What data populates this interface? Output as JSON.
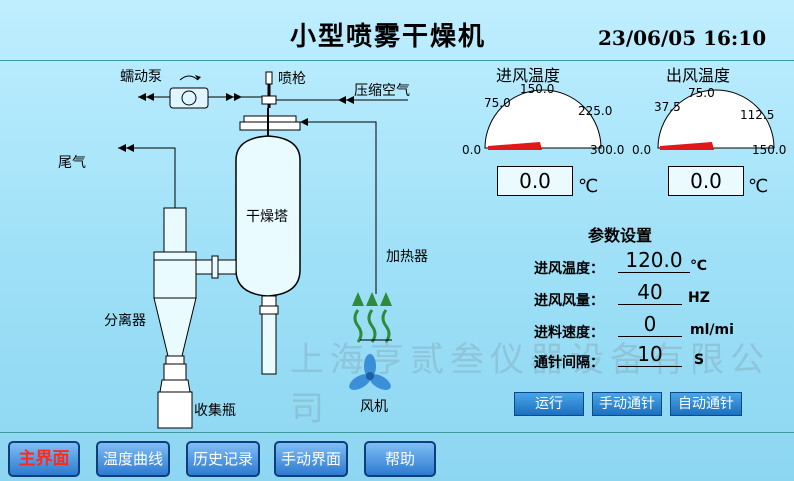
{
  "header": {
    "title": "小型喷雾干燥机",
    "datetime": "23/06/05 16:10"
  },
  "diagram": {
    "peristaltic_pump": "蠕动泵",
    "spray_gun": "喷枪",
    "compressed_air": "压缩空气",
    "exhaust": "尾气",
    "drying_tower": "干燥塔",
    "heater": "加热器",
    "separator": "分离器",
    "collection_bottle": "收集瓶",
    "fan": "风机"
  },
  "gauges": {
    "inlet": {
      "title": "进风温度",
      "ticks": [
        "0.0",
        "75.0",
        "150.0",
        "225.0",
        "300.0"
      ],
      "value": "0.0",
      "unit": "℃",
      "level": 0
    },
    "outlet": {
      "title": "出风温度",
      "ticks": [
        "0.0",
        "37.5",
        "75.0",
        "112.5",
        "150.0"
      ],
      "value": "0.0",
      "unit": "℃",
      "level": 0
    }
  },
  "params": {
    "title": "参数设置",
    "rows": [
      {
        "label": "进风温度：",
        "value": "120.0",
        "unit": "℃"
      },
      {
        "label": "进风风量：",
        "value": "40",
        "unit": "HZ"
      },
      {
        "label": "进料速度：",
        "value": "0",
        "unit": "ml/mi"
      },
      {
        "label": "通针间隔：",
        "value": "10",
        "unit": "S"
      }
    ]
  },
  "buttons": {
    "run": "运行",
    "manual_needle": "手动通针",
    "auto_needle": "自动通针"
  },
  "nav": {
    "main": "主界面",
    "temp_curve": "温度曲线",
    "history": "历史记录",
    "manual": "手动界面",
    "help": "帮助"
  },
  "watermark": "上海亨贰叁仪器设备有限公司",
  "colors": {
    "needle": "#e01818",
    "button_blue": "#2d7bd0",
    "active_nav": "#ff2a1a"
  }
}
